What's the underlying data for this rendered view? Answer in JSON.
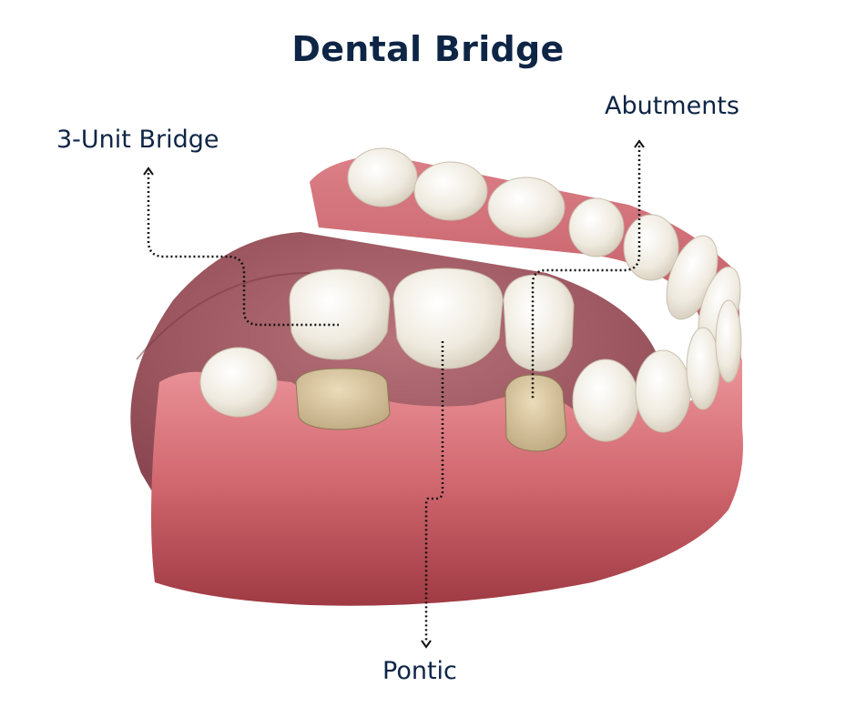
{
  "title": "Dental Bridge",
  "labels": {
    "bridge": "3-Unit Bridge",
    "abutments": "Abutments",
    "pontic": "Pontic"
  },
  "colors": {
    "title_text": "#0e2546",
    "gum": "#d9727a",
    "gum_dark": "#a8424b",
    "tongue": "#a85f68",
    "tooth": "#f1ede3",
    "abutment_core": "#d9c8a4",
    "leader_line": "#111111"
  },
  "illustration": {
    "subject": "lower jaw with 3-unit dental bridge lifted above two prepared abutment teeth",
    "components": [
      "upper arch teeth",
      "tongue",
      "lower gum",
      "bridge crowns (3)",
      "prepared abutment stumps (2)",
      "natural teeth"
    ]
  }
}
